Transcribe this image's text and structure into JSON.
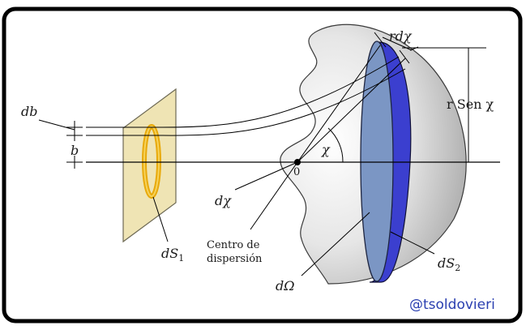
{
  "labels": {
    "r_d_chi": "rdχ",
    "r_sen_chi": "r Sen χ",
    "db": "db",
    "b": "b",
    "chi": "χ",
    "origin": "0",
    "d_chi": "dχ",
    "centro_line1": "Centro de",
    "centro_line2": "dispersión",
    "dS1": "dS",
    "dS1_sub": "1",
    "dS2": "dS",
    "dS2_sub": "2",
    "dOmega": "dΩ",
    "credit": "@tsoldovieri"
  },
  "colors": {
    "frame": "#000000",
    "plate_fill": "#efe4b4",
    "plate_stroke": "#6e6a55",
    "ring_outer": "#e8a90a",
    "ring_inner": "#f6d25a",
    "sphere_light": "#ffffff",
    "sphere_dark": "#8d8d8d",
    "band_light": "#7b96c4",
    "band_dark": "#3b3fcf",
    "credit": "#2a3fb0"
  }
}
